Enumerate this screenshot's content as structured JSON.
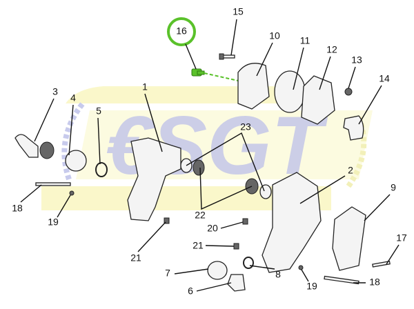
{
  "diagram": {
    "watermark": "€SGT",
    "highlight_color": "#5ac12a",
    "highlighted_part": "16",
    "labels": {
      "p16": "16",
      "p15": "15",
      "p10": "10",
      "p11": "11",
      "p12": "12",
      "p13": "13",
      "p14": "14",
      "p1": "1",
      "p3": "3",
      "p4": "4",
      "p5": "5",
      "p23": "23",
      "p2": "2",
      "p9": "9",
      "p18a": "18",
      "p19a": "19",
      "p22": "22",
      "p20": "20",
      "p21a": "21",
      "p21b": "21",
      "p17": "17",
      "p7": "7",
      "p8": "8",
      "p19b": "19",
      "p18b": "18",
      "p6": "6"
    }
  }
}
